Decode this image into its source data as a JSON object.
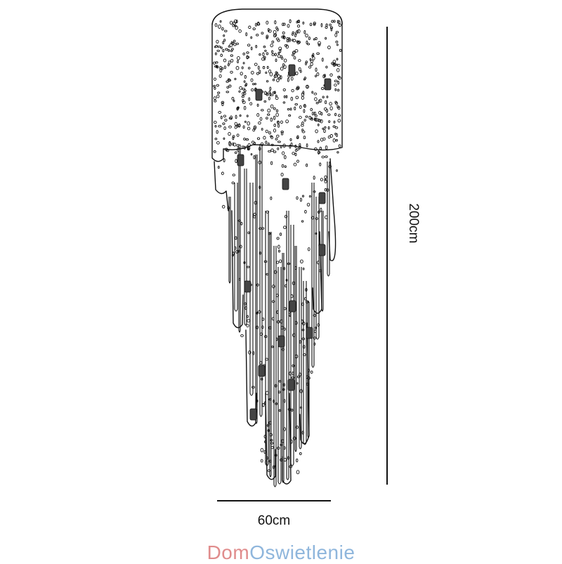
{
  "dimensions": {
    "height": "200cm",
    "width": "60cm"
  },
  "brand": {
    "part1": "Dom",
    "part2": "Oswietlenie",
    "colors": {
      "part1": "#e08c8c",
      "part2": "#8fb6dc"
    }
  },
  "product": {
    "type": "spiral crystal chandelier",
    "style": "line drawing"
  }
}
